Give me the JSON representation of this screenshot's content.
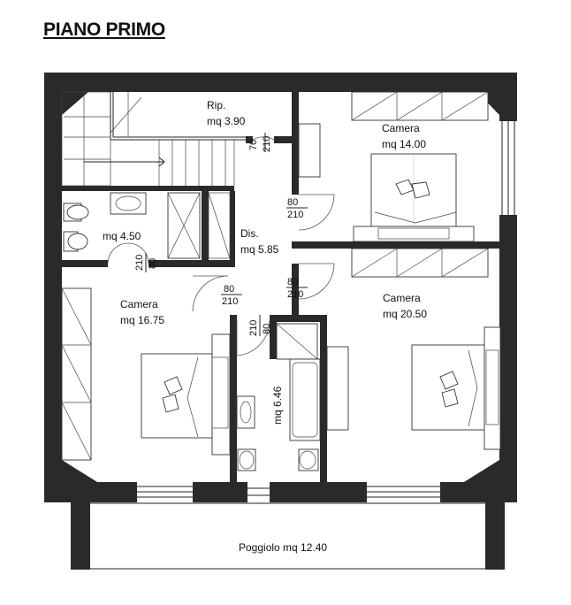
{
  "title": "PIANO PRIMO",
  "rooms": {
    "rip_name": "Rip.",
    "rip_area": "mq 3.90",
    "camera_ne_name": "Camera",
    "camera_ne_area": "mq 14.00",
    "bath_west_area": "mq 4.50",
    "dis_name": "Dis.",
    "dis_area": "mq 5.85",
    "camera_w_name": "Camera",
    "camera_w_area": "mq 16.75",
    "camera_se_name": "Camera",
    "camera_se_area": "mq 20.50",
    "bath_center_area": "mq 6.46",
    "pogg": "Poggiolo mq 12.40"
  },
  "doors": {
    "d70_w": "70",
    "d70_h": "210",
    "d80a_w": "80",
    "d80a_h": "210",
    "d80b_w": "80",
    "d80b_h": "210",
    "d80c_w": "80",
    "d80c_h": "210",
    "d210_80a_h": "210",
    "d210_80a_w": "80",
    "d210_80b_h": "210",
    "d210_80b_w": "80"
  }
}
